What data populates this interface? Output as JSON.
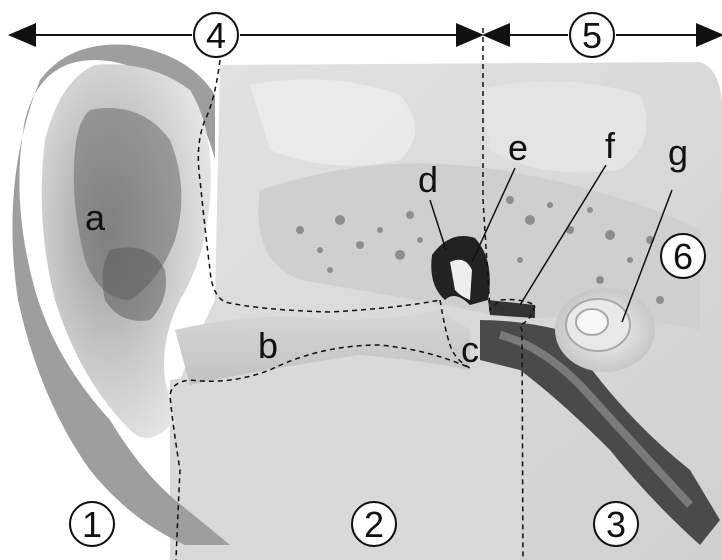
{
  "regions": [
    {
      "id": "outer",
      "number": "①",
      "circled_text": "1"
    },
    {
      "id": "middle",
      "number": "②",
      "circled_text": "2"
    },
    {
      "id": "inner",
      "number": "③",
      "circled_text": "3"
    },
    {
      "id": "span-outer-middle",
      "number": "④",
      "circled_text": "4"
    },
    {
      "id": "span-inner",
      "number": "⑤",
      "circled_text": "5"
    },
    {
      "id": "cochlea-num",
      "number": "⑥",
      "circled_text": "6"
    }
  ],
  "labels": {
    "a": "a",
    "b": "b",
    "c": "c",
    "d": "d",
    "e": "e",
    "f": "f",
    "g": "g"
  }
}
